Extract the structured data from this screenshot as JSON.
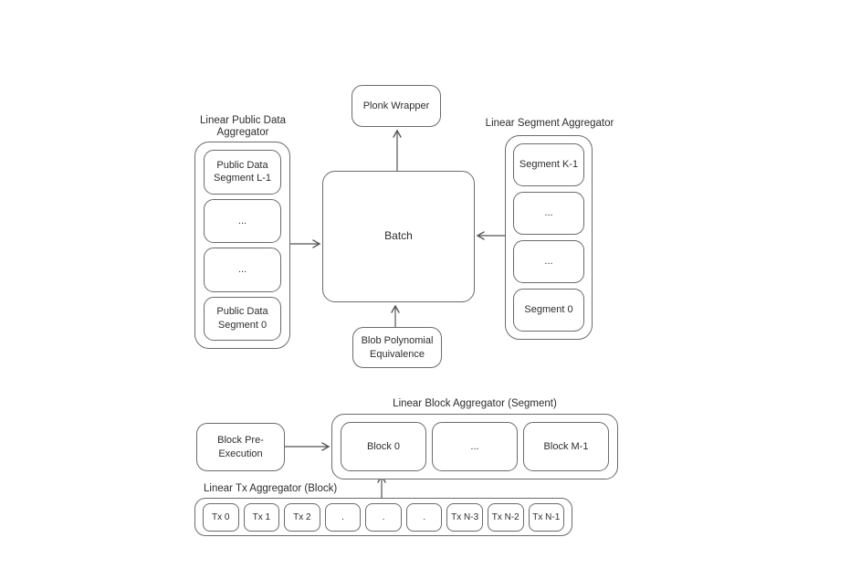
{
  "colors": {
    "background": "#ffffff",
    "border": "#6b6b6b",
    "arrow": "#555555",
    "text": "#2d2d2d"
  },
  "nodes": {
    "plonk_wrapper": "Plonk Wrapper",
    "batch": "Batch",
    "blob_polynomial_equivalence": "Blob Polynomial Equivalence",
    "block_pre_execution": "Block Pre-Execution"
  },
  "public_data_aggregator": {
    "title": "Linear Public Data Aggregator",
    "items": [
      "Public Data Segment L-1",
      "...",
      "...",
      "Public Data Segment 0"
    ]
  },
  "segment_aggregator": {
    "title": "Linear Segment Aggregator",
    "items": [
      "Segment K-1",
      "...",
      "...",
      "Segment 0"
    ]
  },
  "block_aggregator": {
    "title": "Linear Block Aggregator (Segment)",
    "items": [
      "Block 0",
      "...",
      "Block M-1"
    ]
  },
  "tx_aggregator": {
    "title": "Linear Tx Aggregator (Block)",
    "items": [
      "Tx 0",
      "Tx 1",
      "Tx 2",
      ".",
      ".",
      ".",
      "Tx N-3",
      "Tx N-2",
      "Tx N-1"
    ]
  }
}
